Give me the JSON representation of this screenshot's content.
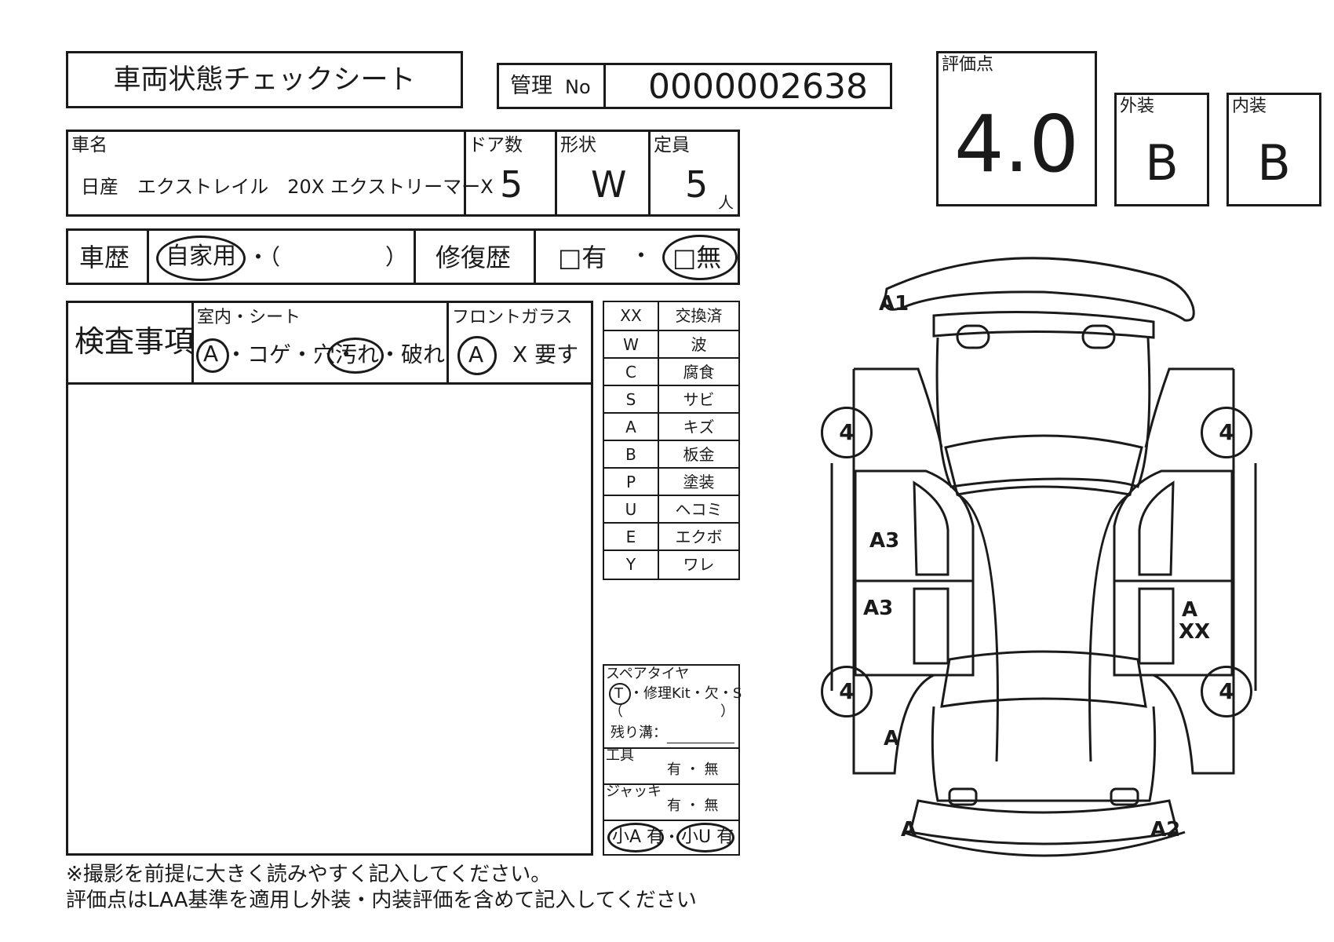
{
  "sheet": {
    "title": "車両状態チェックシート",
    "mgmt_label": "管理",
    "mgmt_no_label": "No",
    "mgmt_no": "0000002638"
  },
  "grade": {
    "score_label": "評価点",
    "score": "4.0",
    "exterior_label": "外装",
    "exterior": "B",
    "interior_label": "内装",
    "interior": "B"
  },
  "vehicle": {
    "name_label": "車名",
    "name": "日産　エクストレイル　20X エクストリーマーX",
    "doors_label": "ドア数",
    "doors": "5",
    "shape_label": "形状",
    "shape": "W",
    "capacity_label": "定員",
    "capacity": "5",
    "capacity_unit": "人"
  },
  "history": {
    "label": "車歴",
    "selected": "自家用",
    "sep": "・（",
    "close": "）",
    "repair_label": "修復歴",
    "repair_yes": "□有",
    "repair_dot": "・",
    "repair_no": "□無"
  },
  "inspection": {
    "label": "検査事項",
    "interior_label": "室内・シート",
    "interior_a": "A",
    "interior_items": "・コゲ・穴・",
    "interior_dirt": "汚れ",
    "interior_tear": "・破れ",
    "windshield_label": "フロントガラス",
    "windshield_a": "A",
    "windshield_x": "X 要す"
  },
  "legend": [
    {
      "code": "XX",
      "name": "交換済"
    },
    {
      "code": "W",
      "name": "波"
    },
    {
      "code": "C",
      "name": "腐食"
    },
    {
      "code": "S",
      "name": "サビ"
    },
    {
      "code": "A",
      "name": "キズ"
    },
    {
      "code": "B",
      "name": "板金"
    },
    {
      "code": "P",
      "name": "塗装"
    },
    {
      "code": "U",
      "name": "ヘコミ"
    },
    {
      "code": "E",
      "name": "エクボ"
    },
    {
      "code": "Y",
      "name": "ワレ"
    }
  ],
  "spare": {
    "label": "スペアタイヤ",
    "t": "T",
    "options": "・修理Kit・欠・S",
    "paren_open": "（",
    "paren_close": "）",
    "tread_label": "残り溝：",
    "tools_label": "工具",
    "tools_options": "有 ・ 無",
    "jack_label": "ジャッキ",
    "jack_options": "有 ・ 無",
    "small_a": "小A 有",
    "small_dot": "・",
    "small_u": "小U 有"
  },
  "notes": {
    "line1": "※撮影を前提に大きく読みやすく記入してください。",
    "line2": "評価点はLAA基準を適用し外装・内装評価を含めて記入してください"
  },
  "diagram": {
    "tire_fl": "4",
    "tire_fr": "4",
    "tire_rl": "4",
    "tire_rr": "4",
    "mark_front_bumper": "A1",
    "mark_left_front_door": "A3",
    "mark_left_rear_door": "A3",
    "mark_right_rear_door_1": "A",
    "mark_right_rear_door_2": "XX",
    "mark_left_rear_fender": "A",
    "mark_rear_bumper_left": "A",
    "mark_rear_bumper_right": "A2"
  }
}
